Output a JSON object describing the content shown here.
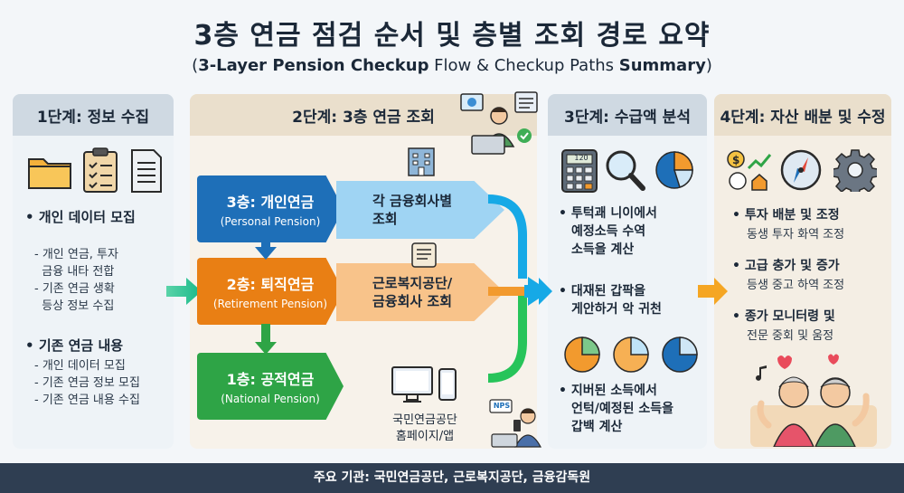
{
  "title": "3층 연금 점검 순서 및 층별 조회 경로 요약",
  "subtitle": {
    "open": "(",
    "bold1": "3-Layer Pension Checkup",
    "mid": " Flow & Checkup Paths ",
    "bold2": "Summary",
    "close": ")"
  },
  "step1": {
    "header": "1단계: 정보 수집",
    "bullet1": "개인 데이터 모집",
    "sub1": [
      "- 개인 연금, 투자",
      "  금융 내타 전합",
      "- 기존 연금 생확",
      "  등상 정보 수집"
    ],
    "bullet2": "기존 연금 내용",
    "sub2": [
      "- 개인 데이터 모집",
      "- 기존 연금 정보 모집",
      "- 기존 연금 내용 수집"
    ]
  },
  "step2": {
    "header": "2단계: 3층 연금 조회",
    "layer3": {
      "name": "3층: 개인연금",
      "en": "(Personal Pension)",
      "path": [
        "각 금융회사별",
        "조회"
      ]
    },
    "layer2": {
      "name": "2층: 퇴직연금",
      "en": "(Retirement Pension)",
      "path": [
        "근로복지공단/",
        "금융회사 조회"
      ]
    },
    "layer1": {
      "name": "1층: 공적연금",
      "en": "(National Pension)",
      "path": [
        "국민연금공단",
        "홈페이지/앱"
      ]
    },
    "nps_badge": "NPS"
  },
  "step3": {
    "header": "3단계: 수급액 분석",
    "bullet1": [
      "투턱괘 니이에서",
      "예정소득 수역",
      "소득을 계산"
    ],
    "bullet2": [
      "대재된 갑팍을",
      "게안하거 악 귀천"
    ],
    "bullet3": [
      "지버된 소득에서",
      "언턱/예정된 소득을",
      "갑백 계산"
    ],
    "calc_display": "120"
  },
  "step4": {
    "header": "4단계: 자산 배분 및 수정",
    "bullet1": "투자 배분 및 조정",
    "sub1": "동생 투자 화역 조정",
    "bullet2": "고급 충가 및 증가",
    "sub2": "등생 중고 하역 조정",
    "bullet3": [
      "종가 모니터령 및",
      "전문 중회 및 움정"
    ]
  },
  "footer": "주요 기관: 국민연금공단, 근로복지공단, 금융감독원",
  "colors": {
    "layer3": "#1e6fb8",
    "layer2": "#e97f14",
    "layer1": "#2ea446",
    "footer": "#2f3e52"
  }
}
